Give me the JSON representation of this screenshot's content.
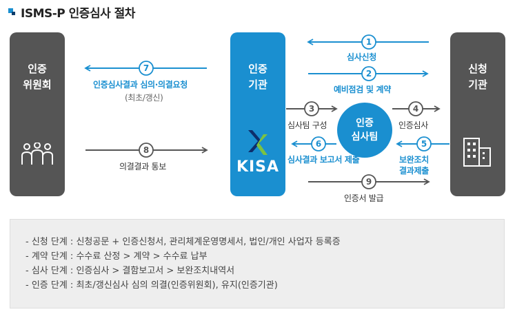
{
  "title": "ISMS-P 인증심사 절차",
  "left_box": {
    "line1": "인증",
    "line2": "위원회"
  },
  "kisa_box": {
    "line1": "인증",
    "line2": "기관",
    "logo_text": "KISA"
  },
  "right_box": {
    "line1": "신청",
    "line2": "기관"
  },
  "center": {
    "line1": "인증",
    "line2": "심사팀"
  },
  "steps": [
    {
      "num": "1",
      "label": "심사신청"
    },
    {
      "num": "2",
      "label": "예비점검 및 계약"
    },
    {
      "num": "3",
      "label": "심사팀 구성"
    },
    {
      "num": "4",
      "label": "인증심사"
    },
    {
      "num": "5",
      "label": "보완조치",
      "label2": "결과제출"
    },
    {
      "num": "6",
      "label": "심사결과 보고서 제출"
    },
    {
      "num": "7",
      "label": "인증심사결과 심의·의결요청",
      "sub": "(최초/갱신)"
    },
    {
      "num": "8",
      "label": "의결결과 통보"
    },
    {
      "num": "9",
      "label": "인증서 발급"
    }
  ],
  "notes": [
    "- 신청 단계 : 신청공문 + 인증신청서, 관리체계운영명세서, 법인/개인 사업자 등록증",
    "- 계약 단계 : 수수료 산정 > 계약 > 수수료 납부",
    "- 심사 단계 : 인증심사 > 결함보고서 > 보완조치내역서",
    "- 인증 단계 : 최초/갱신심사 심의 의결(인증위원회), 유지(인증기관)"
  ],
  "colors": {
    "blue": "#1a8fd0",
    "dark_box": "#555555",
    "arrow_dark": "#555555",
    "notes_bg": "#eeeeee"
  }
}
